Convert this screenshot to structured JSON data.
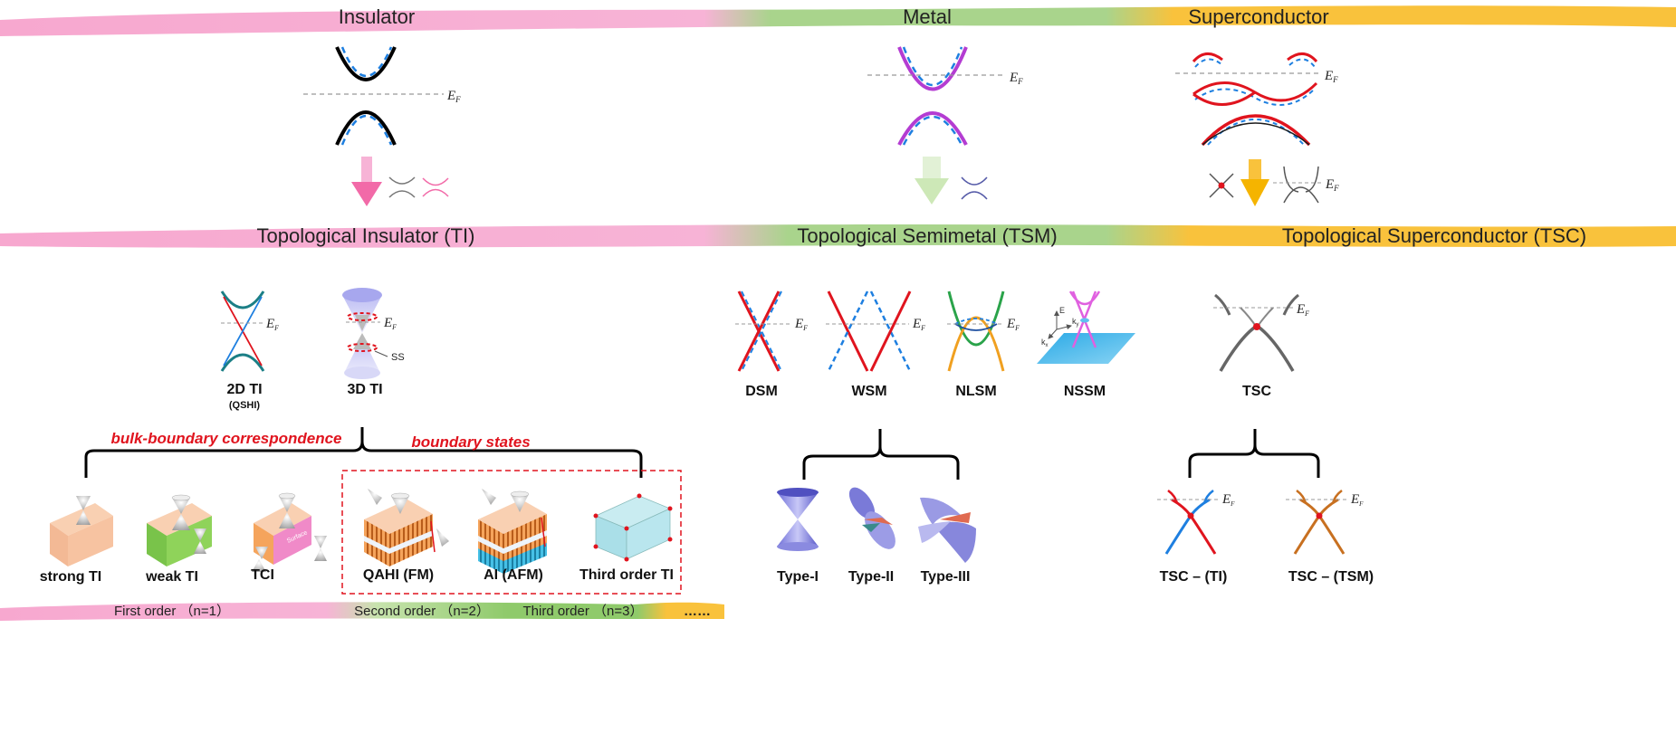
{
  "banner_top": {
    "insulator": "Insulator",
    "metal": "Metal",
    "superconductor": "Superconductor"
  },
  "banner_mid": {
    "ti": "Topological Insulator (TI)",
    "tsm": "Topological Semimetal (TSM)",
    "tsc": "Topological Superconductor (TSC)"
  },
  "fermi_label": "E",
  "fermi_sub": "F",
  "ss_label": "SS",
  "ti_types": {
    "ti2d": "2D TI",
    "ti2d_sub": "(QSHI)",
    "ti3d": "3D TI"
  },
  "tsm_types": [
    "DSM",
    "WSM",
    "NLSM",
    "NSSM"
  ],
  "tsc_label": "TSC",
  "nssm_axes": {
    "e": "E",
    "kx": "k",
    "ky": "k"
  },
  "annotations": {
    "bulk_boundary": "bulk-boundary correspondence",
    "boundary_states": "boundary states"
  },
  "order_items": [
    "strong TI",
    "weak TI",
    "TCI",
    "QAHI (FM)",
    "AI (AFM)",
    "Third order TI"
  ],
  "box_label": "Surface",
  "weyl_types": [
    "Type-I",
    "Type-II",
    "Type-III"
  ],
  "tsc_subtypes": [
    "TSC – (TI)",
    "TSC – (TSM)"
  ],
  "order_bar": {
    "first": "First order （n=1）",
    "second": "Second order （n=2）",
    "third": "Third order （n=3）",
    "more": "……"
  },
  "colors": {
    "insulator_pink": "#f7a8cf",
    "metal_green": "#a9d48c",
    "super_yellow": "#f9c23c",
    "band_red": "#e0141e",
    "band_blue": "#1e7fe0",
    "band_purple": "#b43cd2",
    "teal": "#1b7f86",
    "arrow_pink": "#f26aa8",
    "arrow_green": "#cde8b7",
    "arrow_yellow": "#f5b400"
  }
}
